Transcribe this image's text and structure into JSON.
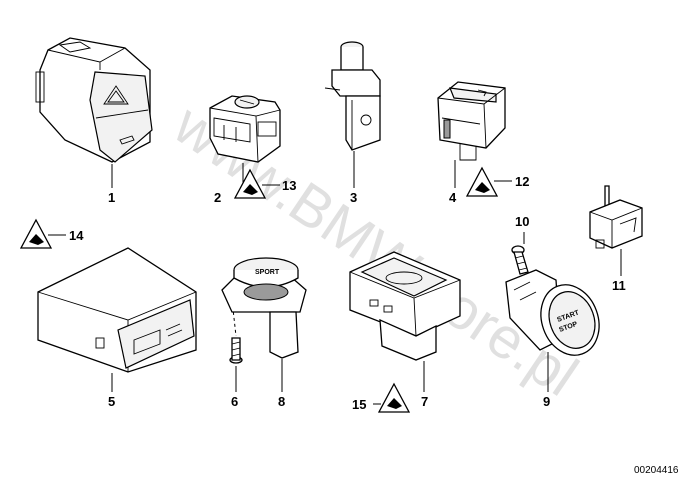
{
  "diagram": {
    "watermark": "www.BMWstore.pl",
    "document_number": "00204416",
    "parts": [
      {
        "number": "1"
      },
      {
        "number": "2"
      },
      {
        "number": "3"
      },
      {
        "number": "4"
      },
      {
        "number": "5"
      },
      {
        "number": "6"
      },
      {
        "number": "7"
      },
      {
        "number": "8"
      },
      {
        "number": "9"
      },
      {
        "number": "10"
      },
      {
        "number": "11"
      },
      {
        "number": "12"
      },
      {
        "number": "13"
      },
      {
        "number": "14"
      },
      {
        "number": "15"
      }
    ],
    "component_labels": {
      "sport_button": "SPORT",
      "start_button_line1": "START",
      "start_button_line2": "STOP"
    }
  }
}
